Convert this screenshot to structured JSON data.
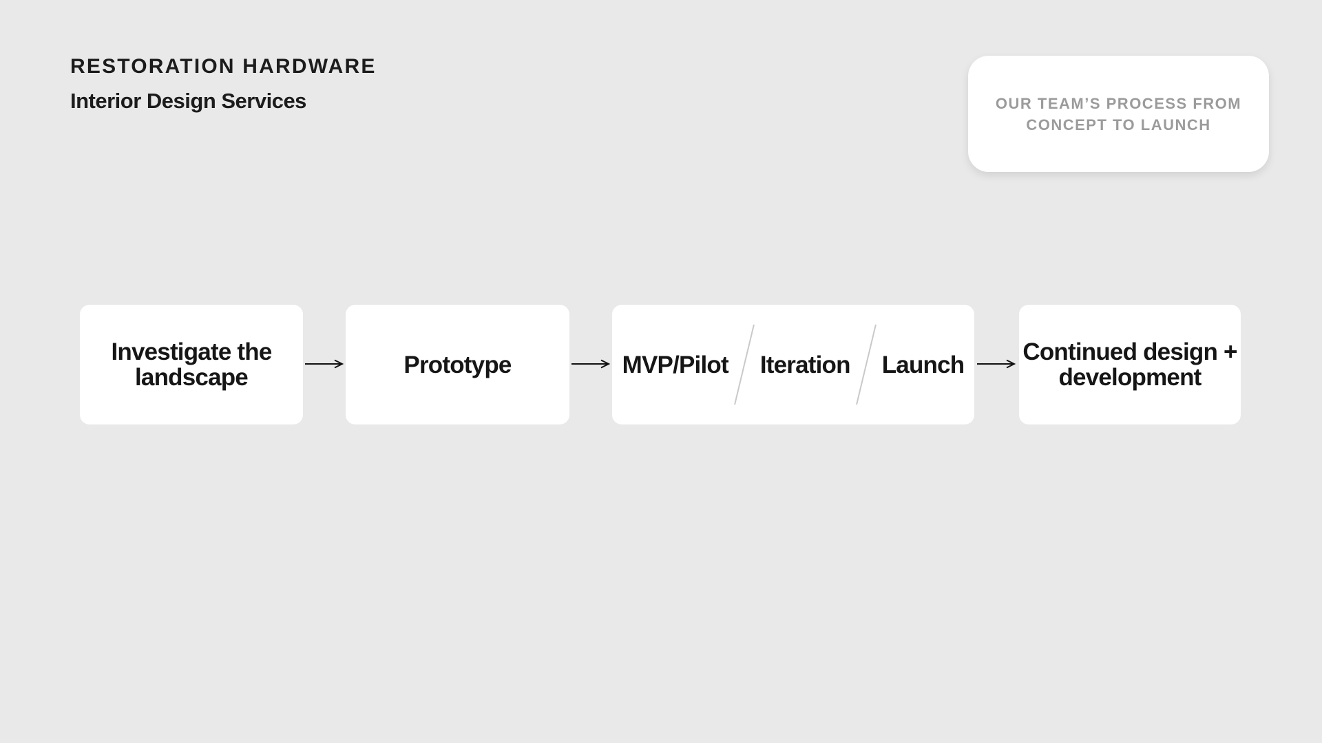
{
  "header": {
    "brand": "RESTORATION HARDWARE",
    "subtitle": "Interior Design Services"
  },
  "process_card": {
    "line1": "OUR TEAM’S PROCESS FROM",
    "line2": "CONCEPT TO LAUNCH"
  },
  "flow": {
    "box1": {
      "line1": "Investigate the",
      "line2": "landscape"
    },
    "box2": {
      "label": "Prototype"
    },
    "box3": {
      "segment1": "MVP/Pilot",
      "segment2": "Iteration",
      "segment3": "Launch"
    },
    "box4": {
      "line1": "Continued design +",
      "line2": "development"
    }
  },
  "colors": {
    "background": "#e9e9e9",
    "box_background": "#ffffff",
    "box_text": "#161616",
    "card_text": "#9b9b9b",
    "arrow": "#111111",
    "slash": "#c9c9c9"
  }
}
